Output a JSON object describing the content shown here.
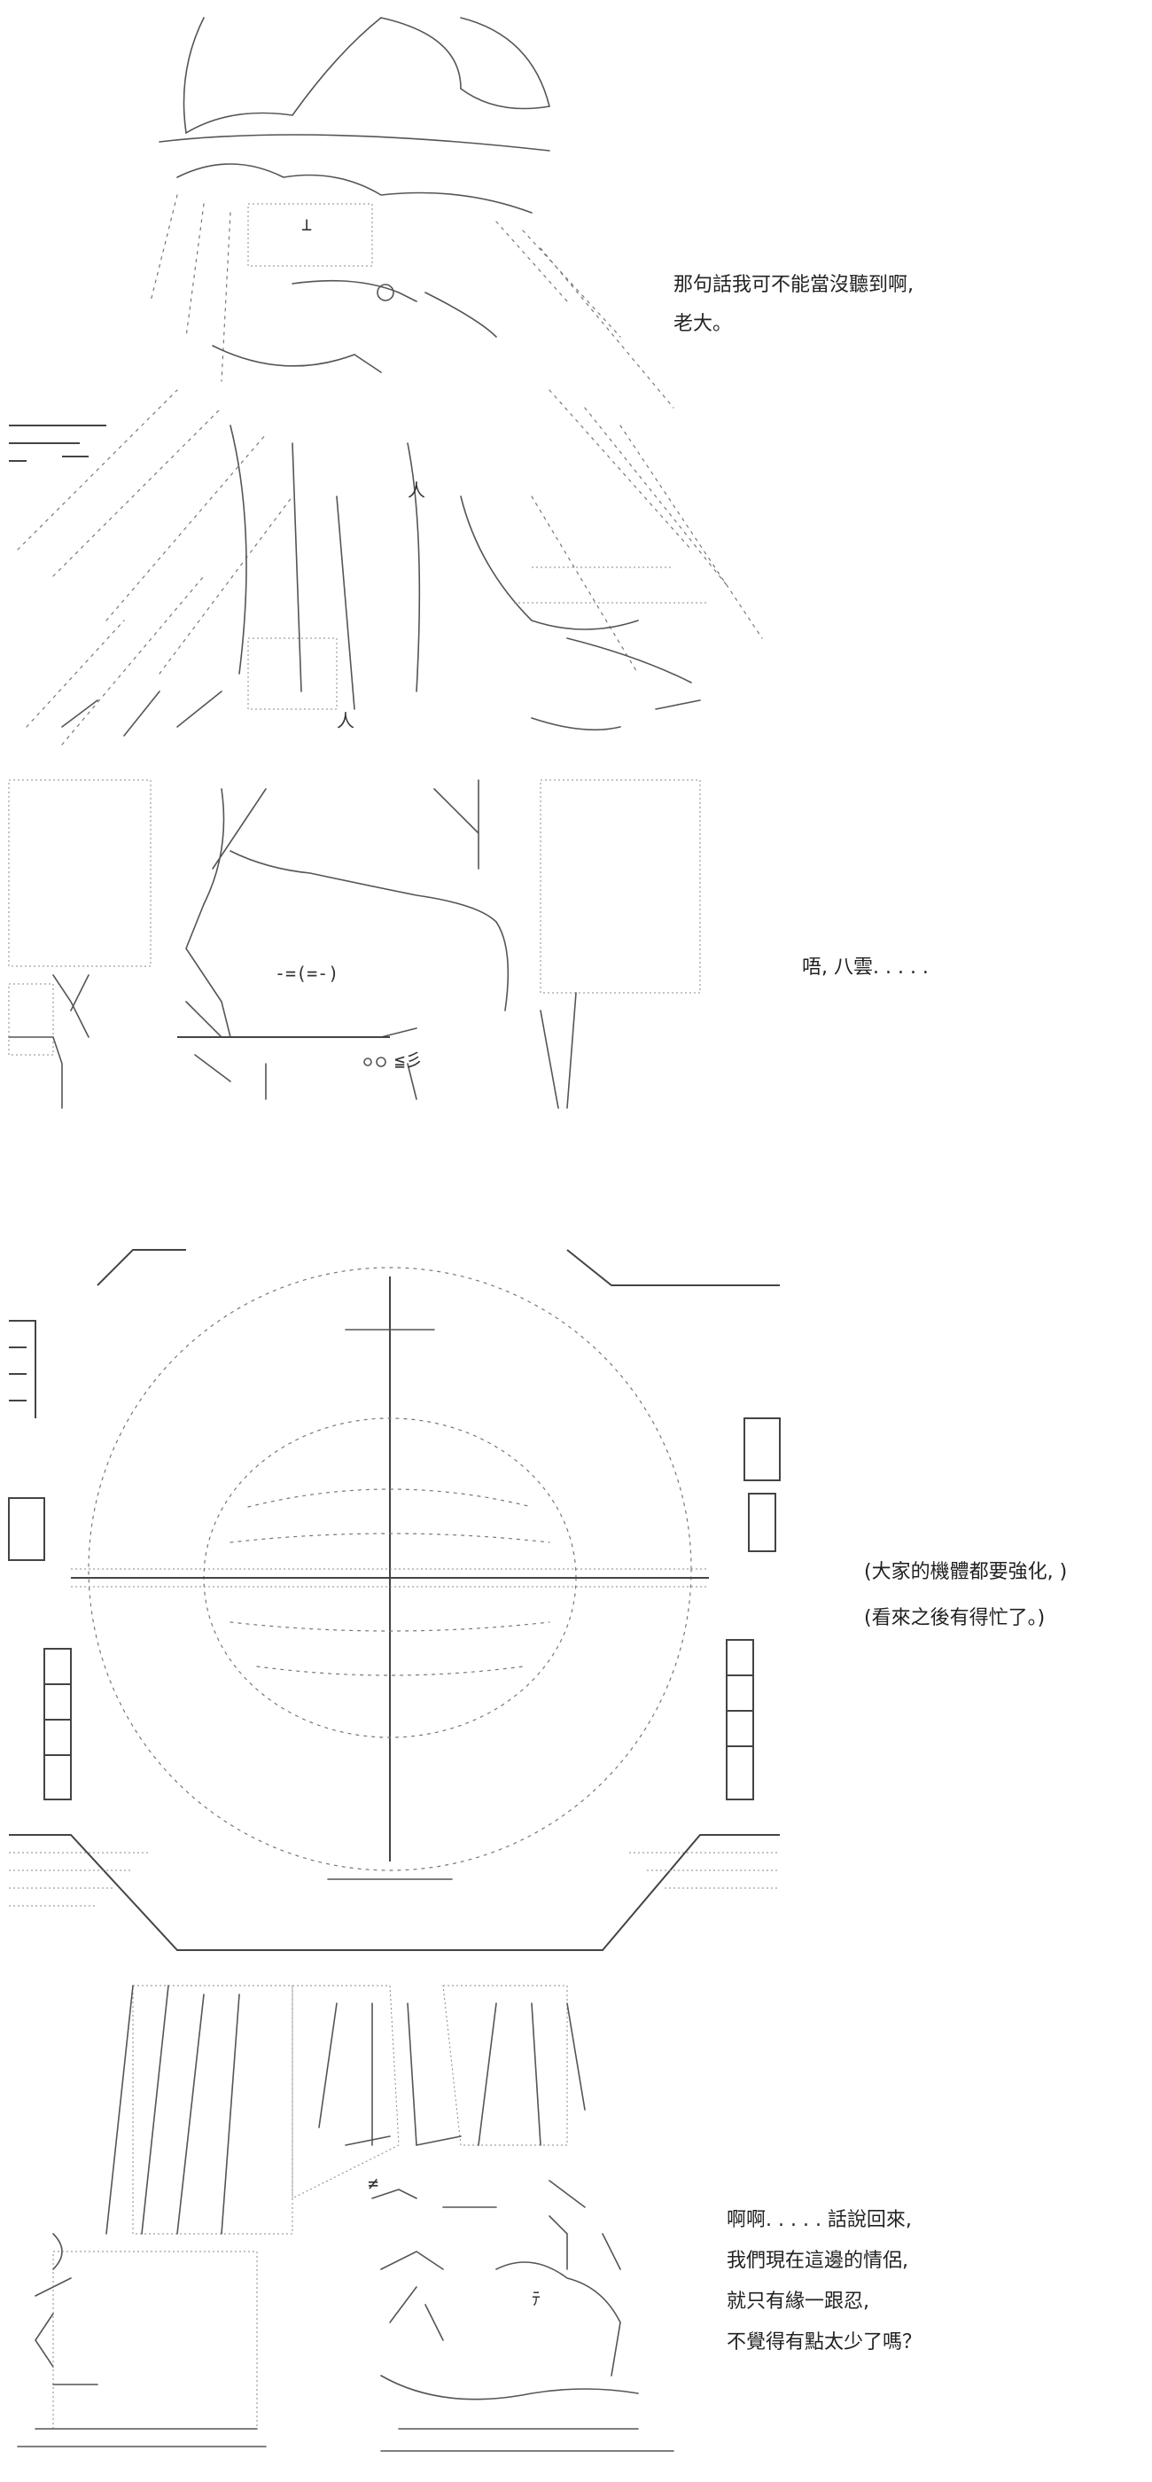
{
  "panels": [
    {
      "id": "panel-1",
      "lines": [
        "那句話我可不能當沒聽到啊,",
        "老大。"
      ]
    },
    {
      "id": "panel-2",
      "lines": [
        "唔, 八雲. . . . ."
      ],
      "art_text": {
        "face": "-=(=-)"
      }
    },
    {
      "id": "panel-3",
      "lines": [
        "(大家的機體都要強化, )",
        "(看來之後有得忙了。)"
      ]
    },
    {
      "id": "panel-4",
      "lines": [
        "啊啊. . . . . 話說回來,",
        "我們現在這邊的情侶,",
        "就只有緣一跟忍,",
        "不覺得有點太少了嗎？"
      ]
    }
  ]
}
